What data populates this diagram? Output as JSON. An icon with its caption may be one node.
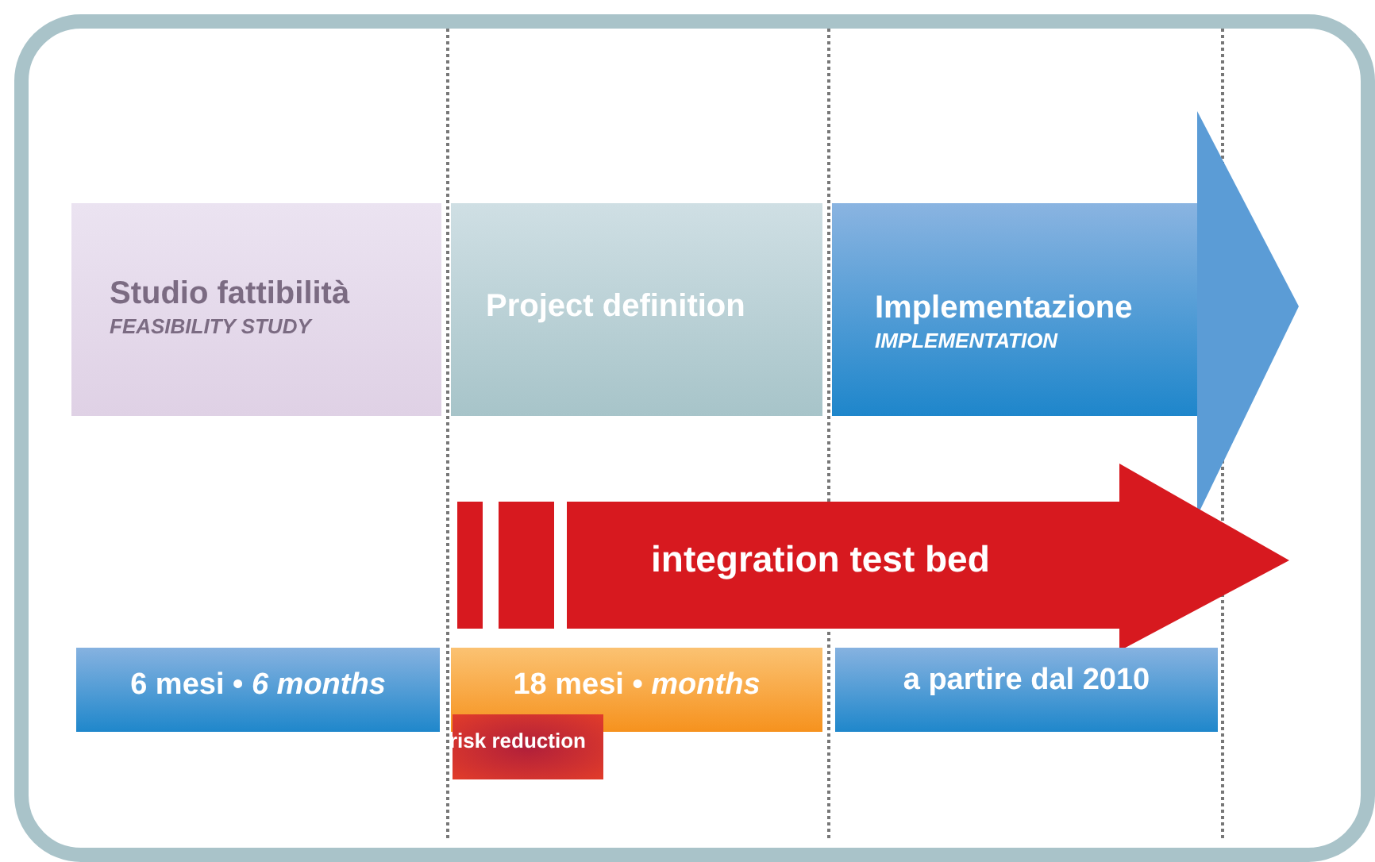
{
  "diagram": {
    "nodes": [
      {
        "text": [
          "Studio fattibilità",
          "FEASIBILITY STUDY"
        ]
      },
      {
        "text": [
          "Project definition"
        ]
      },
      {
        "text": [
          "Implementazione",
          "IMPLEMENTATION"
        ]
      },
      {
        "text": [
          "integration test bed"
        ]
      },
      {
        "text": [
          "6 mesi • *6 months*"
        ]
      },
      {
        "text": [
          "18 mesi • *months*"
        ]
      },
      {
        "text": [
          "a partire dal 2010"
        ]
      },
      {
        "text": [
          "risk reduction"
        ]
      }
    ]
  }
}
